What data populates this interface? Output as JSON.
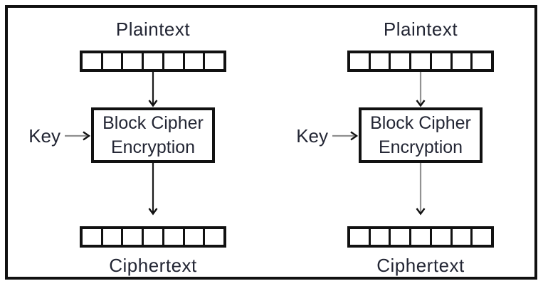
{
  "diagram": {
    "colors": {
      "background": "#ffffff",
      "border": "#111111",
      "text": "#232634",
      "left_arrow_line": "#1a1a1a",
      "right_arrow_line": "#929292",
      "key_arrow_line": "#8f8f8f",
      "arrow_head": "#111111"
    },
    "icons": {
      "down_arrow": "↓",
      "right_arrow": "→"
    },
    "panels": [
      {
        "id": "left",
        "plaintext_label": "Plaintext",
        "block_cells": 7,
        "key_label": "Key",
        "box_label_line1": "Block Cipher",
        "box_label_line2": "Encryption",
        "ciphertext_label": "Ciphertext"
      },
      {
        "id": "right",
        "plaintext_label": "Plaintext",
        "block_cells": 7,
        "key_label": "Key",
        "box_label_line1": "Block Cipher",
        "box_label_line2": "Encryption",
        "ciphertext_label": "Ciphertext"
      }
    ]
  }
}
